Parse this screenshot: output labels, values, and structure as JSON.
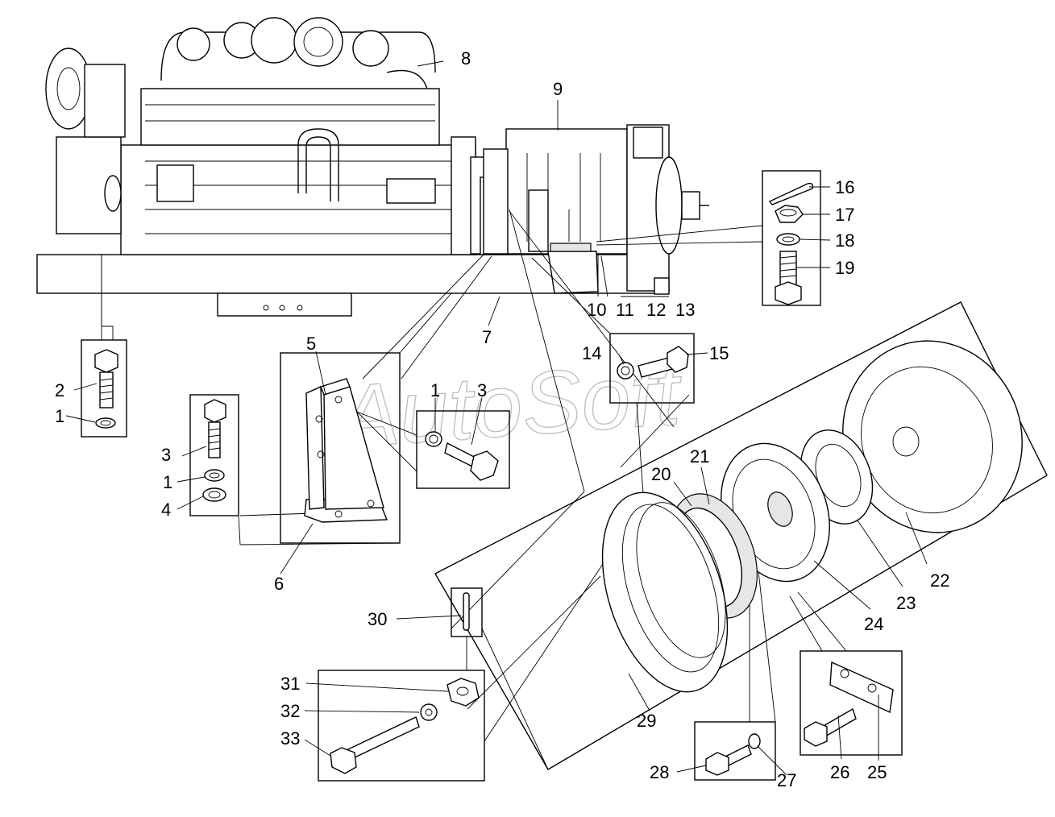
{
  "watermark": "AutoSoft",
  "callouts": {
    "c1a": "1",
    "c1b": "1",
    "c1c": "1",
    "c2": "2",
    "c3a": "3",
    "c3b": "3",
    "c4": "4",
    "c5": "5",
    "c6": "6",
    "c7": "7",
    "c8": "8",
    "c9": "9",
    "c10": "10",
    "c11": "11",
    "c12": "12",
    "c13": "13",
    "c14": "14",
    "c15": "15",
    "c16": "16",
    "c17": "17",
    "c18": "18",
    "c19": "19",
    "c20": "20",
    "c21": "21",
    "c22": "22",
    "c23": "23",
    "c24": "24",
    "c25": "25",
    "c26": "26",
    "c27": "27",
    "c28": "28",
    "c29": "29",
    "c30": "30",
    "c31": "31",
    "c32": "32",
    "c33": "33"
  }
}
